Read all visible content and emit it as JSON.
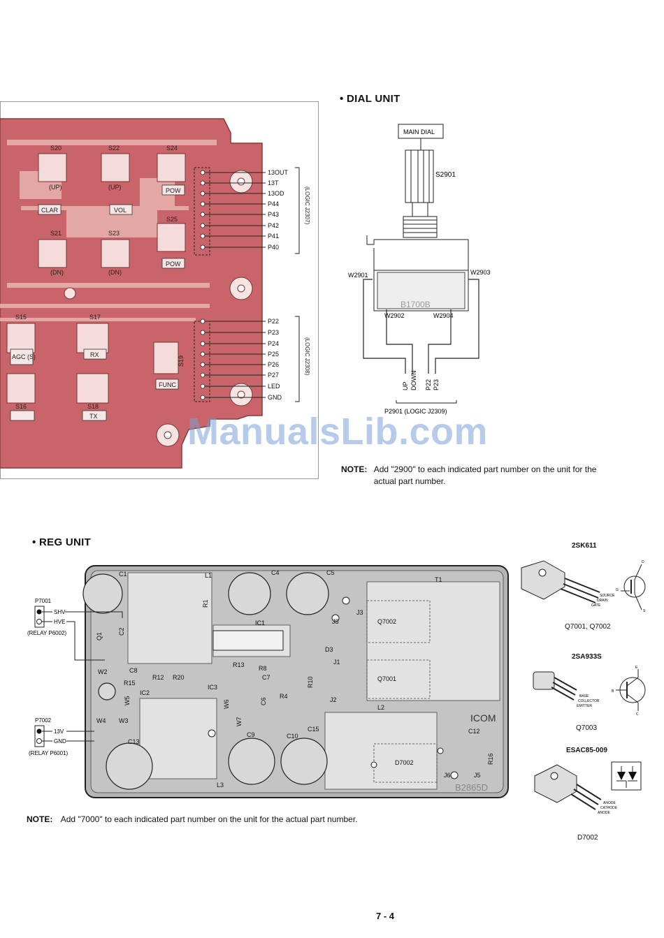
{
  "dial_unit": {
    "heading": "• DIAL UNIT",
    "main_dial_label": "MAIN DIAL",
    "switch_label": "S2901",
    "w_labels": [
      "W2901",
      "W2903",
      "W2902",
      "W2904"
    ],
    "board_code": "B1700B",
    "wires": [
      "UP",
      "DOWN",
      "P22",
      "P23"
    ],
    "connector_label": "P2901 (LOGIC J2309)",
    "note_prefix": "NOTE:",
    "note_text": "Add \"2900\" to each indicated part number on the unit for the actual part number."
  },
  "logic_board": {
    "switch_labels": [
      "S20",
      "S22",
      "S24",
      "S21",
      "S23",
      "S25",
      "S15",
      "S17",
      "S16",
      "S18",
      "S19"
    ],
    "key_labels": [
      "CLAR",
      "VOL",
      "POW",
      "POW",
      "AGC (S)",
      "RX",
      "FUNC",
      "TX",
      "(UP)",
      "(UP)",
      "(DN)",
      "(DN)"
    ],
    "j1_pins": [
      "13OUT",
      "13T",
      "13OD",
      "P44",
      "P43",
      "P42",
      "P41",
      "P40"
    ],
    "j1_group": "(LOGIC J2307)",
    "j2_pins": [
      "P22",
      "P23",
      "P24",
      "P25",
      "P26",
      "P27",
      "LED",
      "GND"
    ],
    "j2_group": "(LOGIC J2308)"
  },
  "reg_unit": {
    "heading": "• REG UNIT",
    "p7001_label": "P7001",
    "p7001_pins": [
      "SHV",
      "HVE"
    ],
    "p7001_relay": "(RELAY P6002)",
    "p7002_label": "P7002",
    "p7002_pins": [
      "13V",
      "GND"
    ],
    "p7002_relay": "(RELAY P6001)",
    "parts": [
      "C1",
      "L1",
      "C4",
      "C5",
      "T1",
      "R1",
      "Q7002",
      "Q7001",
      "IC1",
      "D3",
      "J1",
      "J2",
      "J3",
      "J8",
      "L2",
      "C9",
      "C10",
      "C15",
      "C12",
      "C13",
      "D7002",
      "J5",
      "J6",
      "R16",
      "L3",
      "W2",
      "W3",
      "W4",
      "W5",
      "W6",
      "W7",
      "IC2",
      "IC3",
      "R15",
      "R12",
      "R20",
      "R4",
      "R8",
      "R10",
      "R13",
      "C2",
      "C6",
      "C7",
      "C8",
      "Q1"
    ],
    "brand": "ICOM",
    "board_code": "B2865D",
    "note_prefix": "NOTE:",
    "note_text": "Add \"7000\" to each indicated part number on the unit for the actual part number."
  },
  "components": [
    {
      "title": "2SK611",
      "pins": [
        "SOURCE",
        "DRAIN",
        "GATE"
      ],
      "symbol_pins": [
        "D",
        "G",
        "S"
      ],
      "caption": "Q7001, Q7002"
    },
    {
      "title": "2SA933S",
      "pins": [
        "BASE",
        "COLLECTOR",
        "EMITTER"
      ],
      "symbol_pins": [
        "E",
        "B",
        "C"
      ],
      "caption": "Q7003"
    },
    {
      "title": "ESAC85-009",
      "pins": [
        "ANODE",
        "CATHODE",
        "ANODE"
      ],
      "caption": "D7002"
    }
  ],
  "watermark": "ManualsLib.com",
  "page_number": "7 - 4",
  "colors": {
    "pcb": "#c9656a",
    "pcb_light": "#e8b3b0",
    "watermark": "#7aa0d7"
  }
}
